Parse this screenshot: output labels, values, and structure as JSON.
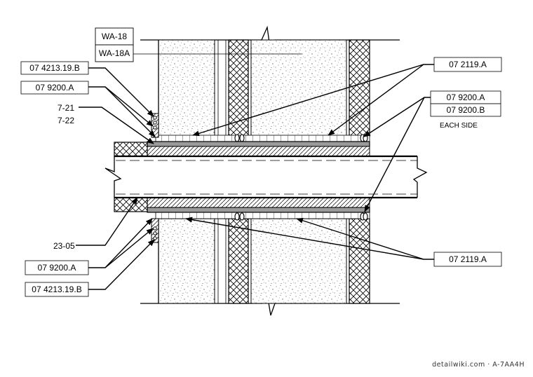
{
  "labels": {
    "wa18": "WA-18",
    "wa18a": "WA-18A",
    "tl_4213": "07 4213.19.B",
    "tl_9200": "07 9200.A",
    "ref_721": "7-21",
    "ref_722": "7-22",
    "tr_2119": "07 2119.A",
    "r_9200a": "07 9200.A",
    "r_9200b": "07 9200.B",
    "each_side": "EACH SIDE",
    "ref_2305": "23-05",
    "bl_9200": "07 9200.A",
    "bl_4213": "07 4213.19.B",
    "br_2119": "07 2119.A"
  },
  "watermark": "detailwiki.com · A-7AA4H"
}
